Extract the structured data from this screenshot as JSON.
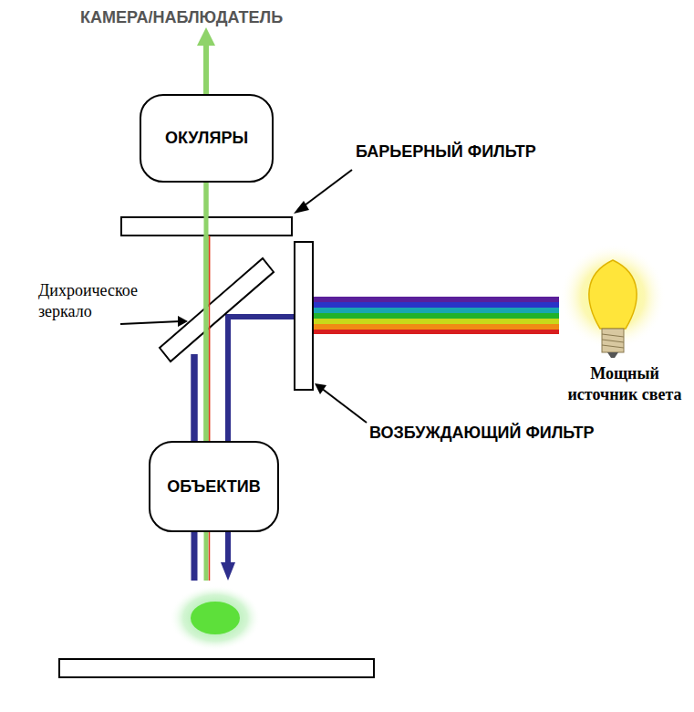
{
  "diagram": {
    "nodes": [
      {
        "text": [
          "ОКУЛЯРЫ"
        ]
      },
      {
        "text": [
          "ОБЪЕКТИВ"
        ]
      }
    ],
    "edges": [
      {
        "from": 1,
        "to": 0,
        "arrow": "none"
      }
    ],
    "labels": [
      "КАМЕРА/НАБЛЮДАТЕЛЬ",
      "БАРЬЕРНЫЙ ФИЛЬТР",
      "Дихроическое зеркало",
      "ВОЗБУЖДАЮЩИЙ ФИЛЬТР",
      "Мощный источник света"
    ]
  }
}
